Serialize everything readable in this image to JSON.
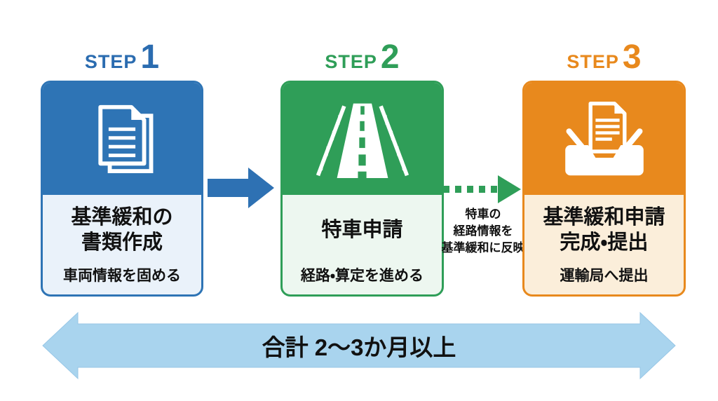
{
  "steps": [
    {
      "step_label": "STEP",
      "step_number": "1",
      "icon": "documents-icon",
      "title": "基準緩和の\n書類作成",
      "subtitle": "車両情報を固める",
      "color": "#2e74b5",
      "light_color": "#eaf2fa",
      "heading_color": "#2b6cb0"
    },
    {
      "step_label": "STEP",
      "step_number": "2",
      "icon": "road-icon",
      "title": "特車申請",
      "subtitle": "経路・算定を進める",
      "color": "#2f9e58",
      "light_color": "#edf7f0",
      "heading_color": "#2f9e58"
    },
    {
      "step_label": "STEP",
      "step_number": "3",
      "icon": "inbox-document-icon",
      "title": "基準緩和申請\n完成・提出",
      "subtitle": "運輸局へ提出",
      "color": "#e8891d",
      "light_color": "#fbeeda",
      "heading_color": "#e8891d"
    }
  ],
  "connectors": {
    "arrow_step1_to_step2": {
      "type": "solid-arrow",
      "color": "#2e71b3"
    },
    "arrow_step2_to_step3": {
      "type": "dotted-arrow",
      "color": "#2f9e58"
    },
    "flow_note": "特車の\n経路情報を\n基準緩和に反映"
  },
  "timeline": {
    "label": "合計 2〜3か月以上",
    "color": "#a9d4ee"
  }
}
